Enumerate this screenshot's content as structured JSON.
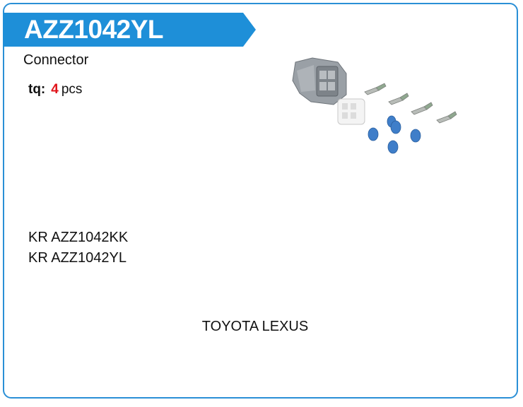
{
  "header": {
    "part_number": "AZZ1042YL",
    "banner_color": "#1e8fd8"
  },
  "product": {
    "type": "Connector",
    "quantity_label": "tq:",
    "quantity_value": "4",
    "quantity_unit": "pcs",
    "image_icon": "connector-kit-image"
  },
  "references": [
    "KR AZZ1042KK",
    "KR AZZ1042YL"
  ],
  "brand": "TOYOTA LEXUS"
}
